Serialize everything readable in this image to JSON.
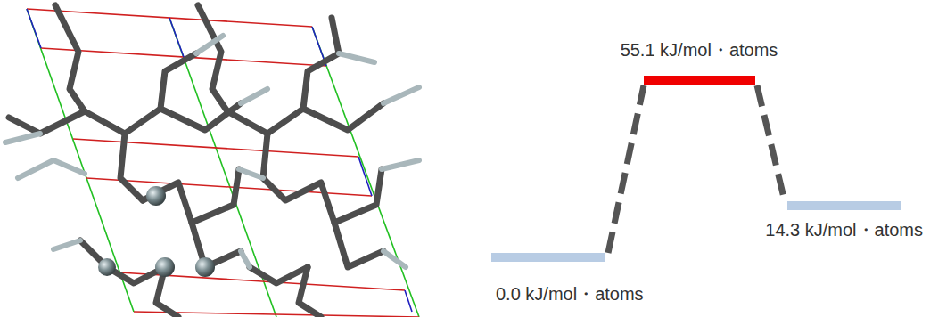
{
  "diagram": {
    "labels": [
      "55.1 kJ/mol・atoms",
      "14.3 kJ/mol・atoms",
      "0.0 kJ/mol・atoms"
    ]
  }
}
